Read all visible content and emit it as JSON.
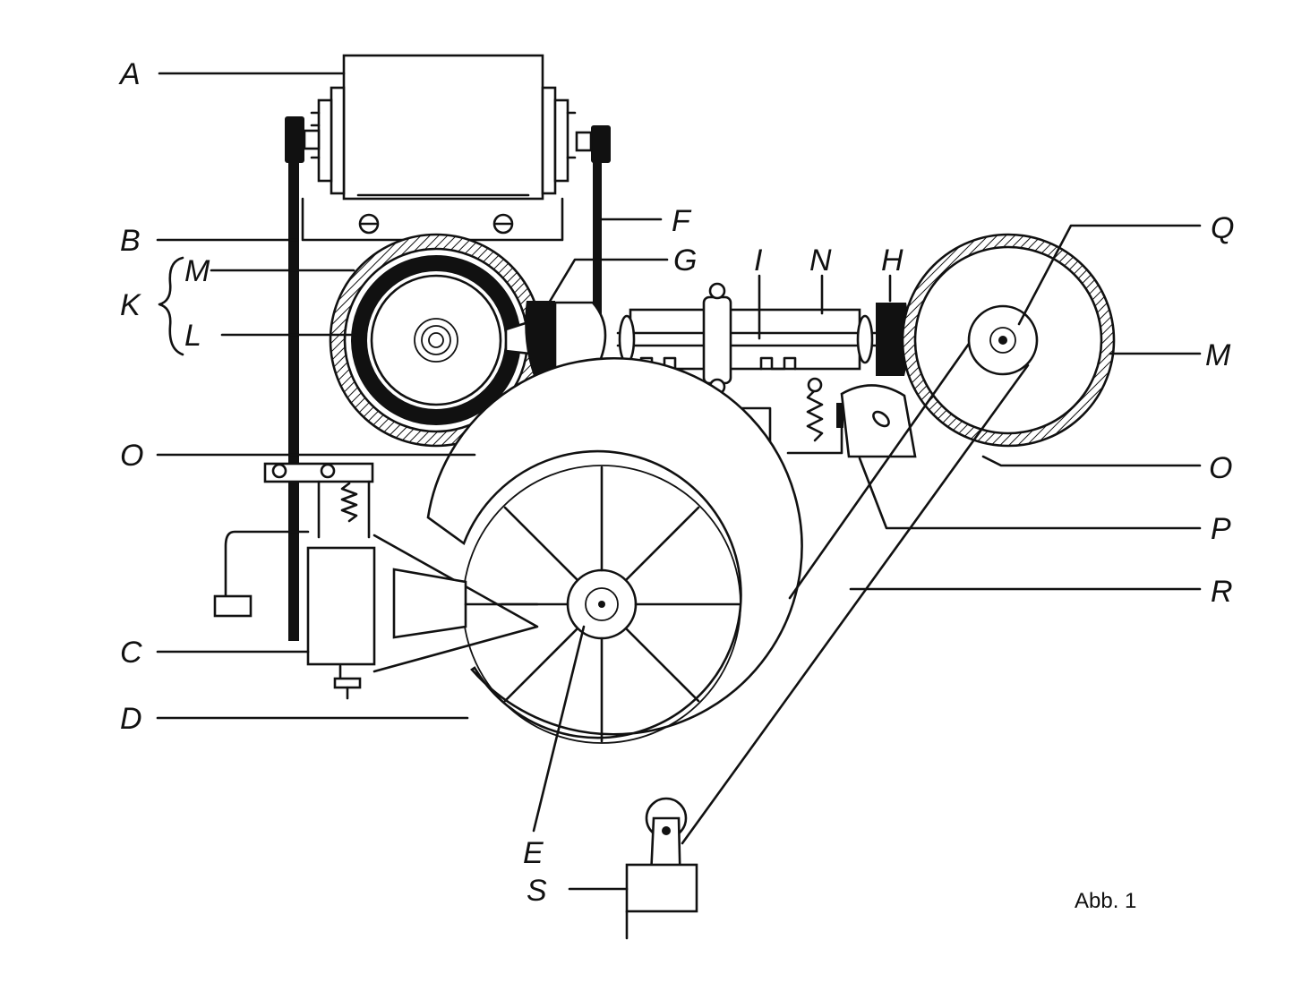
{
  "labels": {
    "A": "A",
    "B": "B",
    "K": "K",
    "M_left": "M",
    "L": "L",
    "O_left": "O",
    "C": "C",
    "D": "D",
    "E": "E",
    "S": "S",
    "F": "F",
    "G": "G",
    "I": "I",
    "N": "N",
    "H": "H",
    "Q": "Q",
    "M_right": "M",
    "O_right": "O",
    "P": "P",
    "R": "R"
  },
  "caption": "Abb. 1"
}
